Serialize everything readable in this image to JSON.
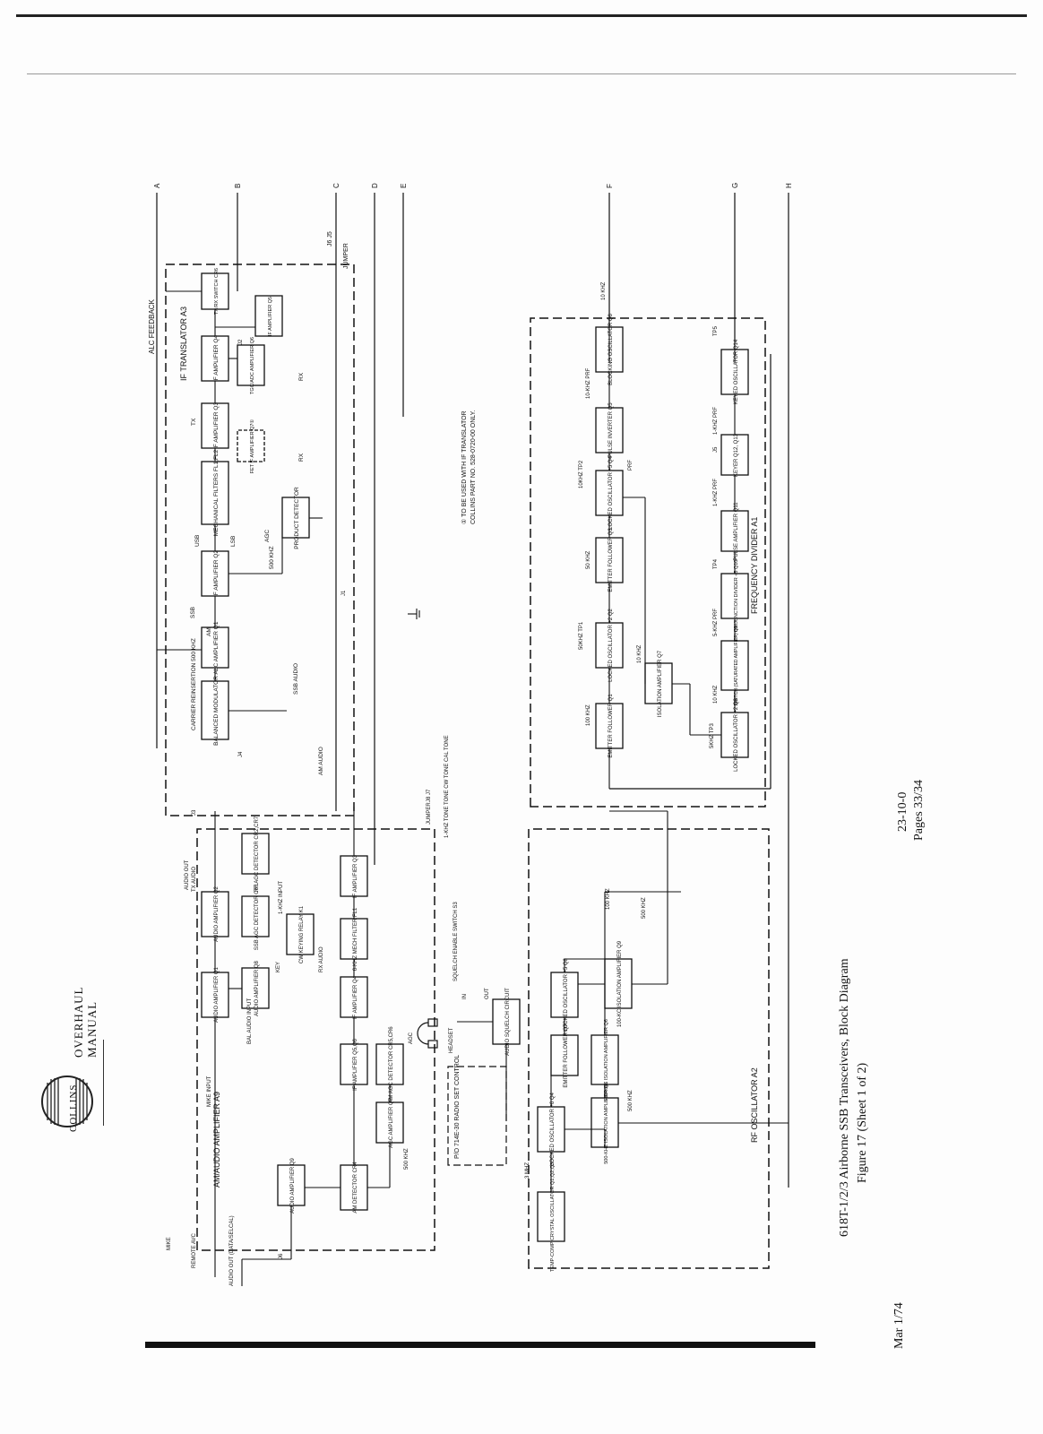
{
  "header": {
    "brand": "COLLINS",
    "manual_line1": "OVERHAUL",
    "manual_line2": "MANUAL"
  },
  "figure": {
    "caption_line1": "618T-1/2/3 Airborne SSB Transceivers, Block Diagram",
    "caption_line2": "Figure 17 (Sheet 1 of 2)",
    "page_ref_line1": "23-10-0",
    "page_ref_line2": "Pages 33/34",
    "date": "Mar 1/74",
    "footnote_line1": "① TO BE USED WITH IF TRANSLATOR",
    "footnote_line2": "COLLINS PART NO. 528-0720-00 ONLY."
  },
  "sections": {
    "if_translator": "IF TRANSLATOR A3",
    "am_audio_amplifier": "AM/AUDIO AMPLIFIER A9",
    "frequency_divider": "FREQUENCY DIVIDER A1",
    "rf_oscillator": "RF OSCILLATOR A2",
    "radio_set_control": "P/O 714E-30 RADIO SET CONTROL"
  },
  "blocks": {
    "balanced_modulator": "BALANCED MODULATOR",
    "alc_amplifier": "ALC AMPLIFIER Q1",
    "if_amp_q2": "IF AMPLIFIER Q2",
    "mech_filters": "MECHANICAL FILTERS FL1,FL2",
    "product_detector": "PRODUCT DETECTOR",
    "if_amp_q3": "IF AMPLIFIER Q3",
    "fet_if_amp": "FET IF AMPLIFIER Q7①",
    "if_amp_q4": "IF AMPLIFIER Q4",
    "tgc_adc_amp": "TGC/ADC AMPLIFIER Q6",
    "txrx_switch": "TX/RX SWITCH CR6",
    "if_amp_q5": "IF AMPLIFIER Q5",
    "emitter_follower_q1": "EMITTER FOLLOWER Q1",
    "locked_osc_q2": "LOCKED OSCILLATOR ÷2 Q2",
    "emitter_follower_q3": "EMITTER FOLLOWER Q3",
    "locked_osc_q4": "LOCKED OSCILLATOR ÷5 Q4",
    "pulse_inverter": "PULSE INVERTER Q5",
    "blocking_osc": "BLOCKING OSCILLATOR Q6",
    "isolation_amp_q7": "ISOLATION AMPLIFIER Q7",
    "locked_osc_q8": "LOCKED OSCILLATOR ÷2 Q8",
    "switch_q9": "SWITCH (SATURATED AMPLIFIER) Q9",
    "unijunction_divider": "UNIJUNCTION DIVIDER ÷5 Q10",
    "pulse_amp_q11": "PULSE AMPLIFIER Q11",
    "keyer": "KEYER Q12, Q13",
    "keyed_osc": "KEYED OSCILLATOR Q14",
    "audio_amp_q1": "AUDIO AMPLIFIER Q1",
    "audio_amp_q2": "AUDIO AMPLIFIER Q2",
    "audio_amp_q8": "AUDIO AMPLIFIER Q8",
    "ssb_agc_det": "SSB AGC DETECTOR CR1",
    "rf_agc_det": "RF AGC DETECTOR CR2,CR7",
    "cw_keying_relay": "CW KEYING RELAY K1",
    "if_amp_q3_a9": "IF AMPLIFIER Q3",
    "mech_filter_6khz": "6-KHZ MECH FILTER FL1",
    "if_amp_q4_a9": "IF AMPLIFIER Q4",
    "if_amp_q5q6": "IF AMPLIFIER Q5,Q6",
    "am_agc_det": "AM AGC DETECTOR CR5,CR6",
    "agc_amp_q7": "AGC AMPLIFIER Q7",
    "am_detector": "AM DETECTOR CR4",
    "audio_amp_q9": "AUDIO AMPLIFIER Q9",
    "audio_squelch": "AUDIO SQUELCH CIRCUIT",
    "isolation_amp_100kc": "100-KC ISOLATION AMPLIFIER Q9",
    "locked_osc_q8_a2": "LOCKED OSCILLATOR ÷5 Q8",
    "emitter_follower_q7": "EMITTER FOLLOWER Q7",
    "isolation_amp_500_q6": "500-KHZ ISOLATION AMPLIFIER Q6",
    "locked_osc_q4_a2": "LOCKED OSCILLATOR ÷6 Q4",
    "isolation_amp_500_q5": "500-KHZ ISOLATION AMPLIFIER Q5",
    "temp_comp_osc": "TEMP-COMP CRYSTAL OSCILLATOR Q1,Q2,Q3"
  },
  "labels": {
    "alc_feedback": "ALC FEEDBACK",
    "carrier_reinsertion": "CARRIER REINSERTION 500 KHZ",
    "tx": "TX",
    "rx": "RX",
    "rx_bar": "RX",
    "ssb": "SSB",
    "am": "AM",
    "usb": "USB",
    "lsb": "LSB",
    "agc": "AGC",
    "khz500": "500 KHZ",
    "ssb_audio": "SSB AUDIO",
    "am_audio": "AM AUDIO",
    "jumper": "JUMPER",
    "jumper2": "JUMPER",
    "j6j5": "J6 J5",
    "j8j7": "J8 J7",
    "j1": "J1",
    "j2": "J2",
    "j3": "J3",
    "j4": "J4",
    "j5": "J5",
    "j6": "J6",
    "tone": "1-KHZ TONE TONE CW TONE CAL TONE",
    "tx_audio": "TX AUDIO",
    "audio_out": "AUDIO OUT",
    "khz1_input": "1-KHZ INPUT",
    "rx_audio": "RX AUDIO",
    "key": "KEY",
    "bal_audio_input": "BAL AUDIO INPUT",
    "mike_input": "MIKE INPUT",
    "mike": "MIKE",
    "remote_avc": "REMOTE AVC",
    "audio_out_data": "AUDIO OUT (DATA/SELCAL)",
    "squelch_switch": "SQUELCH ENABLE SWITCH S3",
    "in": "IN",
    "out": "OUT",
    "headset": "HEADSET",
    "khz100": "100 KHZ",
    "khz500_a2": "500 KHZ",
    "mhz3": "3 MHZ",
    "khz500_out": "500 KHZ",
    "khz100_ef": "100 KHZ",
    "khz50": "50 KHZ",
    "khz50_tp1": "50KHZ TP1",
    "khz10_tp2": "10KHZ TP2",
    "khz10_prf": "10-KHZ PRF",
    "prf": "PRF",
    "khz10_out": "10 KHZ",
    "khz10": "10 KHZ",
    "khz5_tp3": "5KHZ TP3",
    "khz10_b": "10 KHZ",
    "khz5_prf": "5-KHZ PRF",
    "tp4": "TP4",
    "khz1_prf": "1-KHZ PRF",
    "khz1_prf2": "1-KHZ PRF",
    "tp5": "TP5",
    "a": "A",
    "b": "B",
    "c": "C",
    "d": "D",
    "e": "E",
    "f": "F",
    "g": "G",
    "h": "H"
  }
}
